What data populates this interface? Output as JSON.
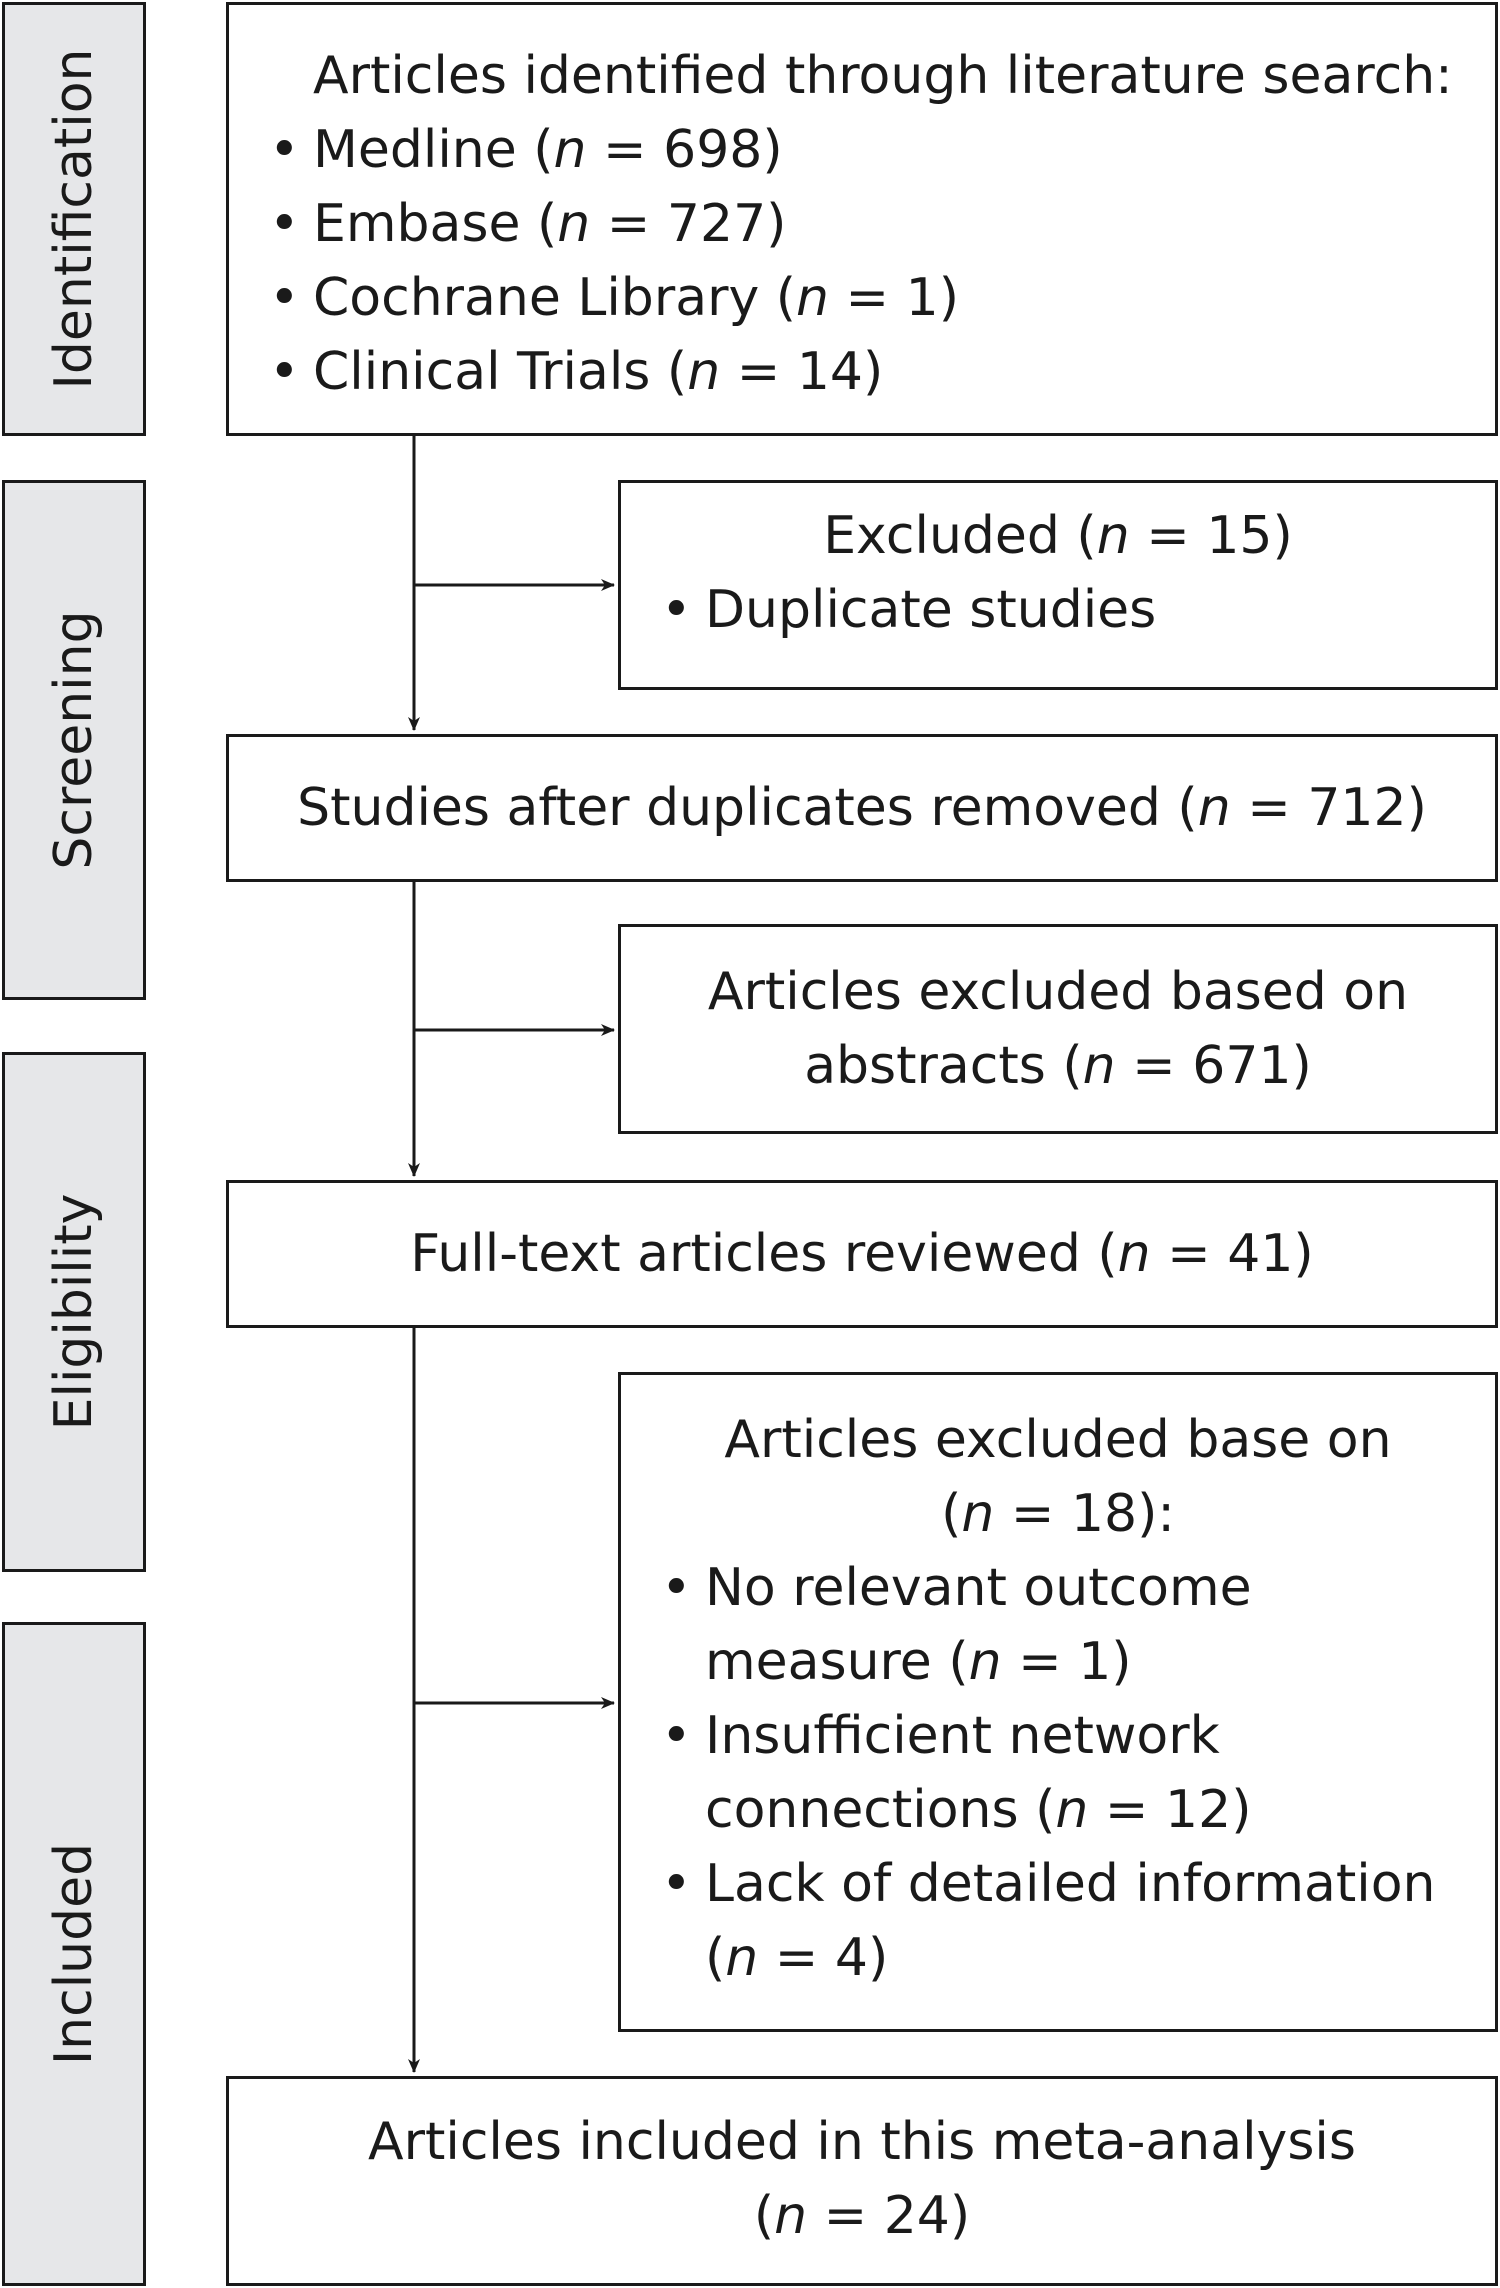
{
  "phases": [
    "Identification",
    "Screening",
    "Eligibility",
    "Included"
  ],
  "identification": {
    "title": "Articles identified through literature search:",
    "bullet": "•",
    "items": [
      {
        "pre": "Medline (",
        "n": "n",
        "post": " = 698)"
      },
      {
        "pre": "Embase (",
        "n": "n",
        "post": " = 727)"
      },
      {
        "pre": "Cochrane Library (",
        "n": "n",
        "post": " = 1)"
      },
      {
        "pre": "Clinical Trials (",
        "n": "n",
        "post": " = 14)"
      }
    ]
  },
  "excluded1": {
    "title": {
      "pre": "Excluded (",
      "n": "n",
      "post": " = 15)"
    },
    "items": [
      {
        "text": "Duplicate studies"
      }
    ]
  },
  "after_duplicates": {
    "pre": "Studies after duplicates removed (",
    "n": "n",
    "post": " = 712)"
  },
  "excluded2": {
    "line1": "Articles excluded based on",
    "line2": {
      "pre": "abstracts (",
      "n": "n",
      "post": " = 671)"
    }
  },
  "fulltext": {
    "pre": "Full-text articles reviewed (",
    "n": "n",
    "post": " = 41)"
  },
  "excluded3": {
    "line1": "Articles excluded base on",
    "line2": {
      "pre": "(",
      "n": "n",
      "post": " = 18):"
    },
    "items": [
      {
        "l1": "No relevant outcome",
        "l2pre": "measure (",
        "n": "n",
        "l2post": " = 1)"
      },
      {
        "l1": "Insufficient network",
        "l2pre": "connections (",
        "n": "n",
        "l2post": " = 12)"
      },
      {
        "l1": "Lack of detailed information",
        "l2pre": "(",
        "n": "n",
        "l2post": " = 4)"
      }
    ]
  },
  "included": {
    "line1": "Articles included in this meta-analysis",
    "line2": {
      "pre": "(",
      "n": "n",
      "post": " = 24)"
    }
  }
}
